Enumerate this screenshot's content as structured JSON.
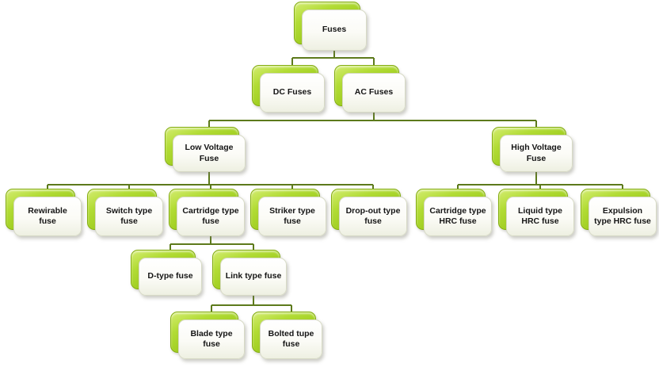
{
  "diagram": {
    "type": "tree",
    "root_label": "Fuses",
    "colors": {
      "node_back_green": "#9ccb1d",
      "node_back_green_light": "#d3ec70",
      "node_front_fill": "#ffffff",
      "node_front_fill_bottom": "#eef0e2",
      "connector": "#5d7a1c",
      "text": "#151515",
      "background": "#ffffff"
    }
  },
  "nodes": {
    "fuses": {
      "label": "Fuses"
    },
    "dc_fuses": {
      "label": "DC Fuses"
    },
    "ac_fuses": {
      "label": "AC Fuses"
    },
    "low_voltage_fuse": {
      "label": "Low Voltage Fuse"
    },
    "high_voltage_fuse": {
      "label": "High Voltage Fuse"
    },
    "rewirable_fuse": {
      "label": "Rewirable fuse"
    },
    "switch_type_fuse": {
      "label": "Switch type fuse"
    },
    "cartridge_type_fuse": {
      "label": "Cartridge type fuse"
    },
    "striker_type_fuse": {
      "label": "Striker type fuse"
    },
    "drop_out_type_fuse": {
      "label": "Drop-out type fuse"
    },
    "cartridge_type_hrc_fuse": {
      "label": "Cartridge type HRC fuse"
    },
    "liquid_type_hrc_fuse": {
      "label": "Liquid type HRC fuse"
    },
    "expulsion_type_hrc_fuse": {
      "label": "Expulsion type HRC fuse"
    },
    "d_type_fuse": {
      "label": "D-type fuse"
    },
    "link_type_fuse": {
      "label": "Link type fuse"
    },
    "blade_type_fuse": {
      "label": "Blade type fuse"
    },
    "bolted_tupe_fuse": {
      "label": "Bolted tupe fuse"
    }
  },
  "hierarchy": [
    {
      "parent": "Fuses",
      "children": [
        "DC Fuses",
        "AC Fuses"
      ]
    },
    {
      "parent": "AC Fuses",
      "children": [
        "Low Voltage Fuse",
        "High Voltage Fuse"
      ]
    },
    {
      "parent": "Low Voltage Fuse",
      "children": [
        "Rewirable fuse",
        "Switch type fuse",
        "Cartridge type fuse",
        "Striker type fuse",
        "Drop-out type fuse"
      ]
    },
    {
      "parent": "High Voltage Fuse",
      "children": [
        "Cartridge type HRC fuse",
        "Liquid type HRC fuse",
        "Expulsion type HRC fuse"
      ]
    },
    {
      "parent": "Cartridge type fuse",
      "children": [
        "D-type fuse",
        "Link type fuse"
      ]
    },
    {
      "parent": "Link type fuse",
      "children": [
        "Blade type fuse",
        "Bolted tupe fuse"
      ]
    }
  ]
}
